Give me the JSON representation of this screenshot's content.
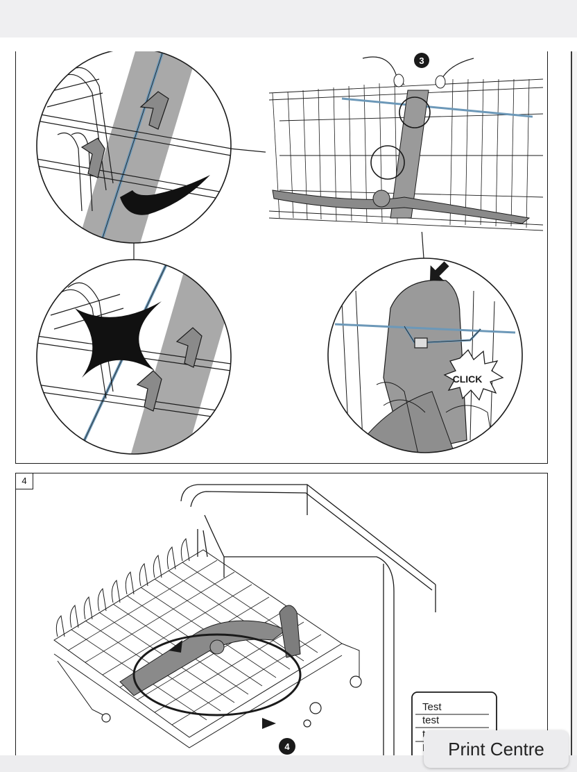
{
  "document": {
    "top_panel": {
      "callout_number": "3",
      "click_label": "CLICK"
    },
    "bottom_panel": {
      "step_number": "4",
      "callout_number": "4",
      "rating_label": {
        "lines": [
          "Test",
          "test",
          "t",
          "F"
        ]
      }
    }
  },
  "print_centre": {
    "label": "Print Centre"
  },
  "colors": {
    "wire_blue": "#6c98b8",
    "part_gray": "#a9a9a9",
    "ink": "#1a1a1a"
  }
}
